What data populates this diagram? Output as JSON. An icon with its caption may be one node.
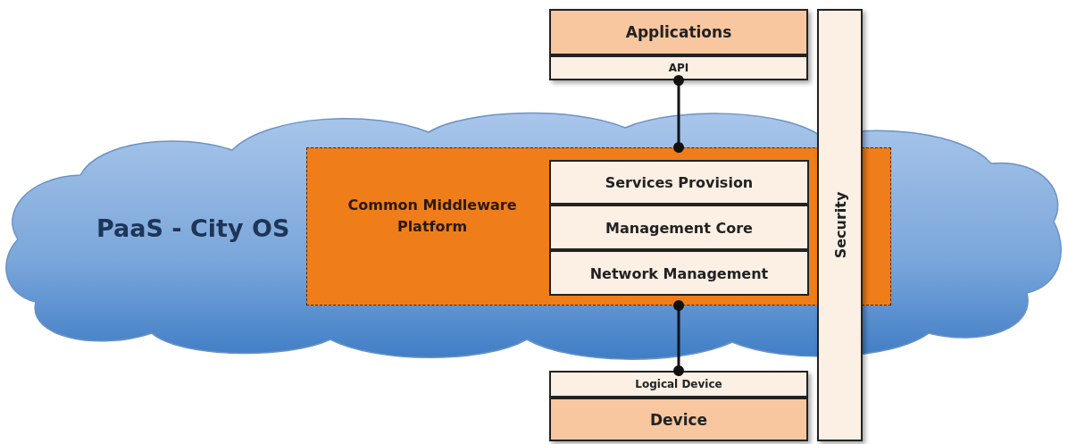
{
  "diagram": {
    "nodes": [
      {
        "text": [
          "PaaS - City OS"
        ]
      },
      {
        "text": [
          "Common Middleware Platform"
        ],
        "in": 0
      },
      {
        "text": [
          "Services Provision"
        ],
        "in": 1
      },
      {
        "text": [
          "Management Core"
        ],
        "in": 1
      },
      {
        "text": [
          "Network Management"
        ],
        "in": 1
      },
      {
        "text": [
          "Applications"
        ]
      },
      {
        "text": [
          "API"
        ]
      },
      {
        "text": [
          "Logical Device"
        ]
      },
      {
        "text": [
          "Device"
        ]
      },
      {
        "text": [
          "Security"
        ]
      }
    ],
    "edges": [
      {
        "from": 6,
        "to": 1,
        "arrow": "other"
      },
      {
        "from": 1,
        "to": 7,
        "arrow": "other"
      }
    ]
  }
}
